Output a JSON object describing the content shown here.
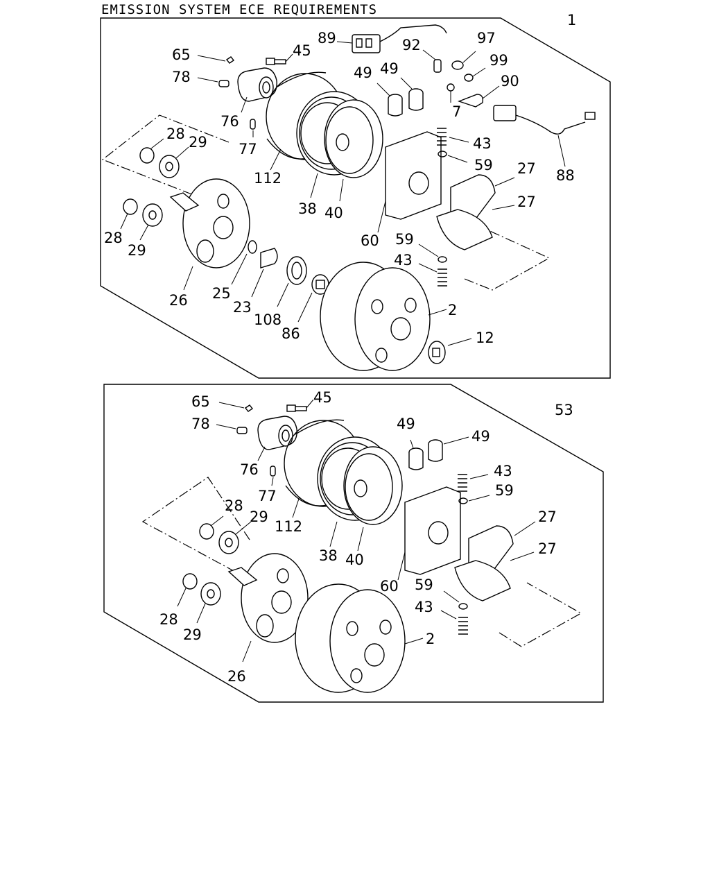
{
  "page_title": "EMISSION SYSTEM ECE REQUIREMENTS",
  "top": {
    "assembly_ref": "1",
    "callouts": {
      "p65": "65",
      "p45": "45",
      "p89": "89",
      "p92": "92",
      "p97": "97",
      "p99": "99",
      "p78": "78",
      "p90": "90",
      "p49a": "49",
      "p49b": "49",
      "p7": "7",
      "p76": "76",
      "p77": "77",
      "p43a": "43",
      "p88": "88",
      "p28a": "28",
      "p29a": "29",
      "p59a": "59",
      "p112": "112",
      "p27a": "27",
      "p27b": "27",
      "p38": "38",
      "p40": "40",
      "p28b": "28",
      "p29b": "29",
      "p60": "60",
      "p59b": "59",
      "p43b": "43",
      "p26": "26",
      "p25": "25",
      "p23": "23",
      "p108": "108",
      "p86": "86",
      "p2": "2",
      "p12": "12"
    }
  },
  "bottom": {
    "assembly_ref": "53",
    "callouts": {
      "p65": "65",
      "p45": "45",
      "p78": "78",
      "p49a": "49",
      "p49b": "49",
      "p76": "76",
      "p43a": "43",
      "p77": "77",
      "p59a": "59",
      "p28a": "28",
      "p29a": "29",
      "p27a": "27",
      "p112": "112",
      "p27b": "27",
      "p38": "38",
      "p40": "40",
      "p60": "60",
      "p59b": "59",
      "p28b": "28",
      "p43b": "43",
      "p2": "2",
      "p29b": "29",
      "p26": "26"
    }
  }
}
